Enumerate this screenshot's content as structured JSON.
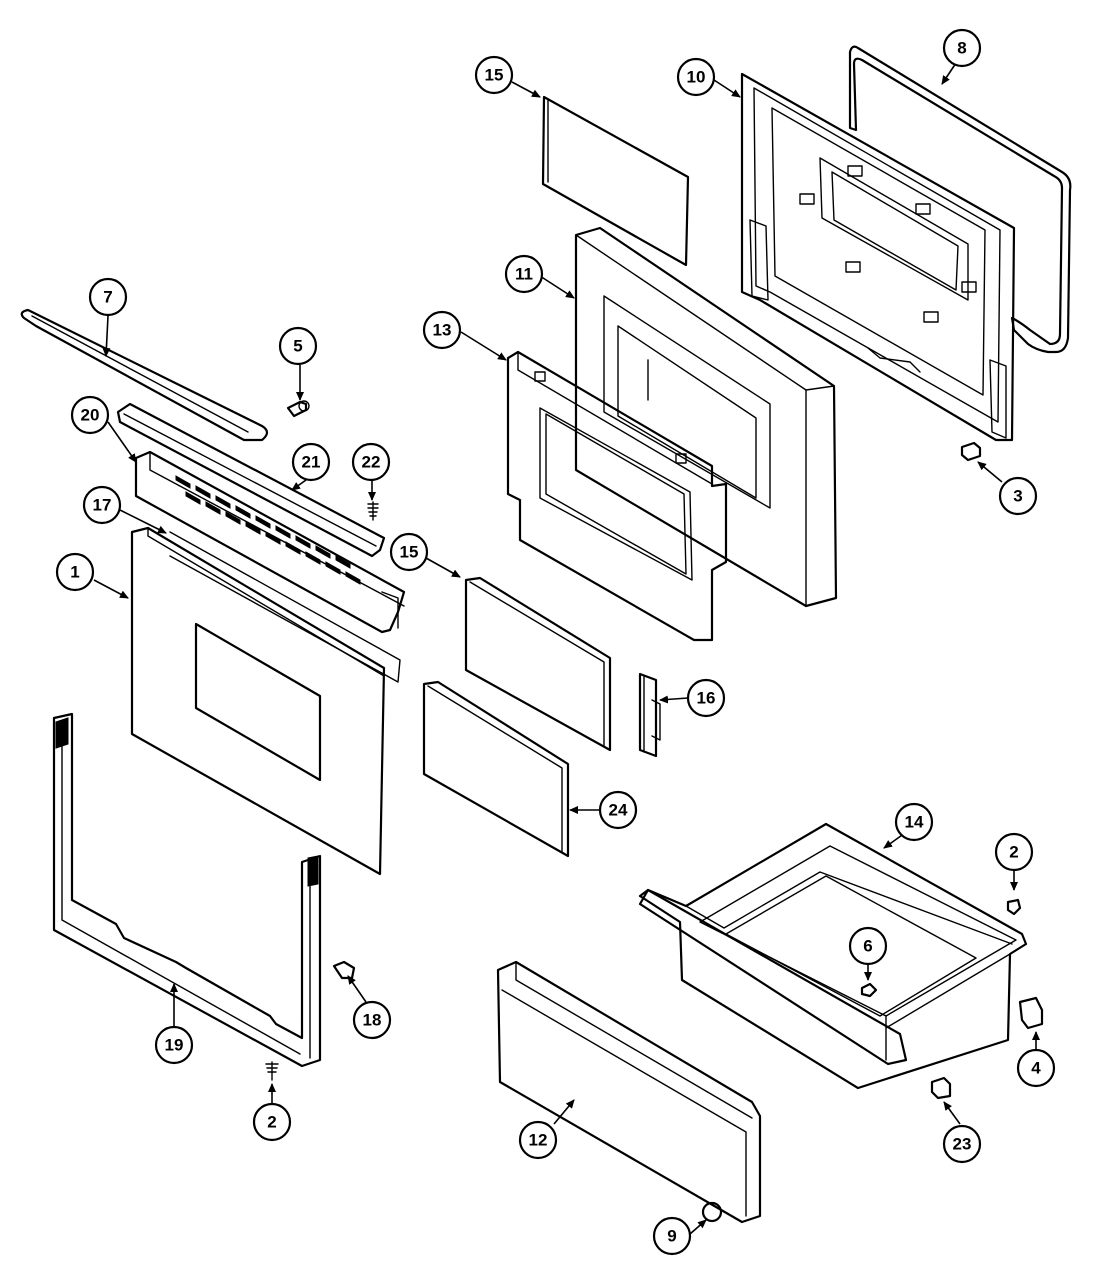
{
  "callouts": [
    "15",
    "10",
    "8",
    "11",
    "13",
    "7",
    "5",
    "20",
    "21",
    "22",
    "17",
    "15",
    "1",
    "16",
    "24",
    "3",
    "14",
    "2",
    "6",
    "4",
    "19",
    "18",
    "2",
    "12",
    "23",
    "9"
  ]
}
